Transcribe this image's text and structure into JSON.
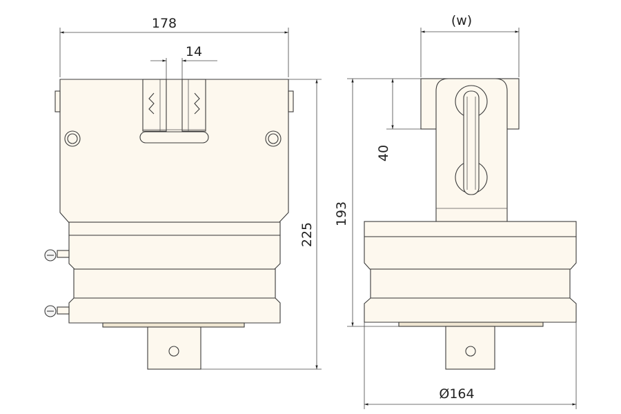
{
  "dimensions": {
    "front_width": "178",
    "jaw_gap": "14",
    "overall_height": "225",
    "side_width": "(w)",
    "jaw_height": "40",
    "body_height": "193",
    "diameter": "Ø164"
  }
}
